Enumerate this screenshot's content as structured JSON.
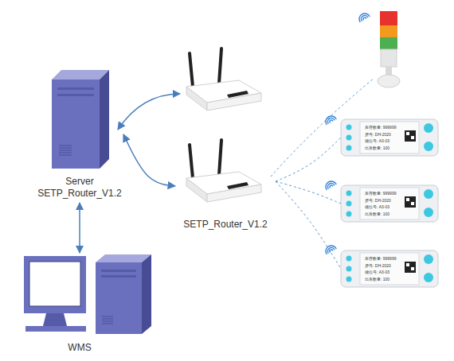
{
  "diagram": {
    "nodes": [
      {
        "text": [
          "Server SETP_Router_V1.2"
        ]
      },
      {
        "text": [
          "SETP_Router_V1.2"
        ]
      },
      {
        "text": [
          "库存数量: 999999",
          "货号: DH-2020",
          "储位号: A3-03",
          "出库数量: 100"
        ]
      },
      {
        "text": [
          "库存数量: 999999",
          "货号: DH-2020",
          "储位号: A3-03",
          "出库数量: 100"
        ]
      },
      {
        "text": [
          "库存数量: 999999",
          "货号: DH-2020",
          "储位号: A3-03",
          "出库数量: 100"
        ]
      },
      {
        "text": [
          "WMS"
        ]
      }
    ],
    "edges": [
      {
        "from": 0,
        "to": 1,
        "arrow": "both"
      },
      {
        "from": 0,
        "to": 5,
        "arrow": "both"
      },
      {
        "from": 1,
        "to": 2,
        "arrow": "none"
      },
      {
        "from": 1,
        "to": 3,
        "arrow": "none"
      },
      {
        "from": 1,
        "to": 4,
        "arrow": "none"
      }
    ]
  }
}
